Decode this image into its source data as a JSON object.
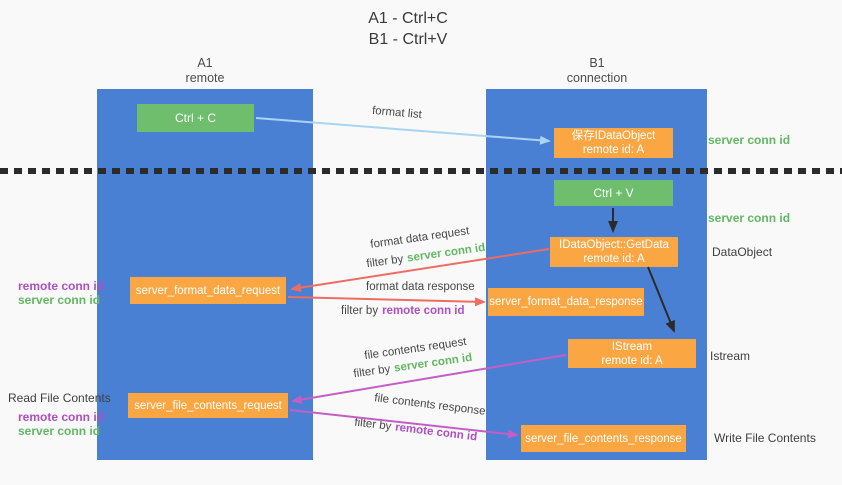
{
  "title": {
    "line1": "A1 - Ctrl+C",
    "line2": "B1 - Ctrl+V"
  },
  "columns": {
    "left": {
      "name": "A1",
      "role": "remote"
    },
    "right": {
      "name": "B1",
      "role": "connection"
    }
  },
  "nodes": {
    "ctrl_c": {
      "label": "Ctrl + C"
    },
    "save_idataobject": {
      "line1": "保存IDataObject",
      "line2": "remote id: A"
    },
    "ctrl_v": {
      "label": "Ctrl + V"
    },
    "idataobject_getdata": {
      "line1": "IDataObject::GetData",
      "line2": "remote id: A"
    },
    "istream": {
      "line1": "IStream",
      "line2": "remote id: A"
    },
    "server_format_data_request": {
      "label": "server_format_data_request"
    },
    "server_format_data_response": {
      "label": "server_format_data_response"
    },
    "server_file_contents_request": {
      "label": "server_file_contents_request"
    },
    "server_file_contents_response": {
      "label": "server_file_contents_response"
    }
  },
  "arrow_labels": {
    "format_list": "format list",
    "format_data_request": "format data request",
    "format_data_response": "format data response",
    "file_contents_request": "file contents request",
    "file_contents_response": "file contents response",
    "filter_by": "filter by",
    "server_conn_id": "server conn id",
    "remote_conn_id": "remote conn id"
  },
  "side_labels": {
    "server_conn_id_top": "server conn id",
    "server_conn_id_mid": "server conn id",
    "dataobject": "DataObject",
    "istream": "Istream",
    "write_file_contents": "Write File Contents",
    "read_file_contents": "Read File Contents",
    "request_ids": {
      "remote": "remote conn id",
      "server": "server conn id"
    },
    "file_request_ids": {
      "remote": "remote conn id",
      "server": "server conn id"
    }
  },
  "colors": {
    "column_blue": "#4a80d4",
    "box_orange": "#f9a643",
    "box_green": "#6fbe6e",
    "arrow_lightblue": "#a9d5f0",
    "arrow_red": "#ee6c61",
    "arrow_magenta": "#c45ec4",
    "arrow_black": "#2b2b2b",
    "text_green": "#62b862",
    "text_purple": "#b04ec3",
    "text_dark": "#3e3e3e",
    "background": "#f9f9f9"
  }
}
